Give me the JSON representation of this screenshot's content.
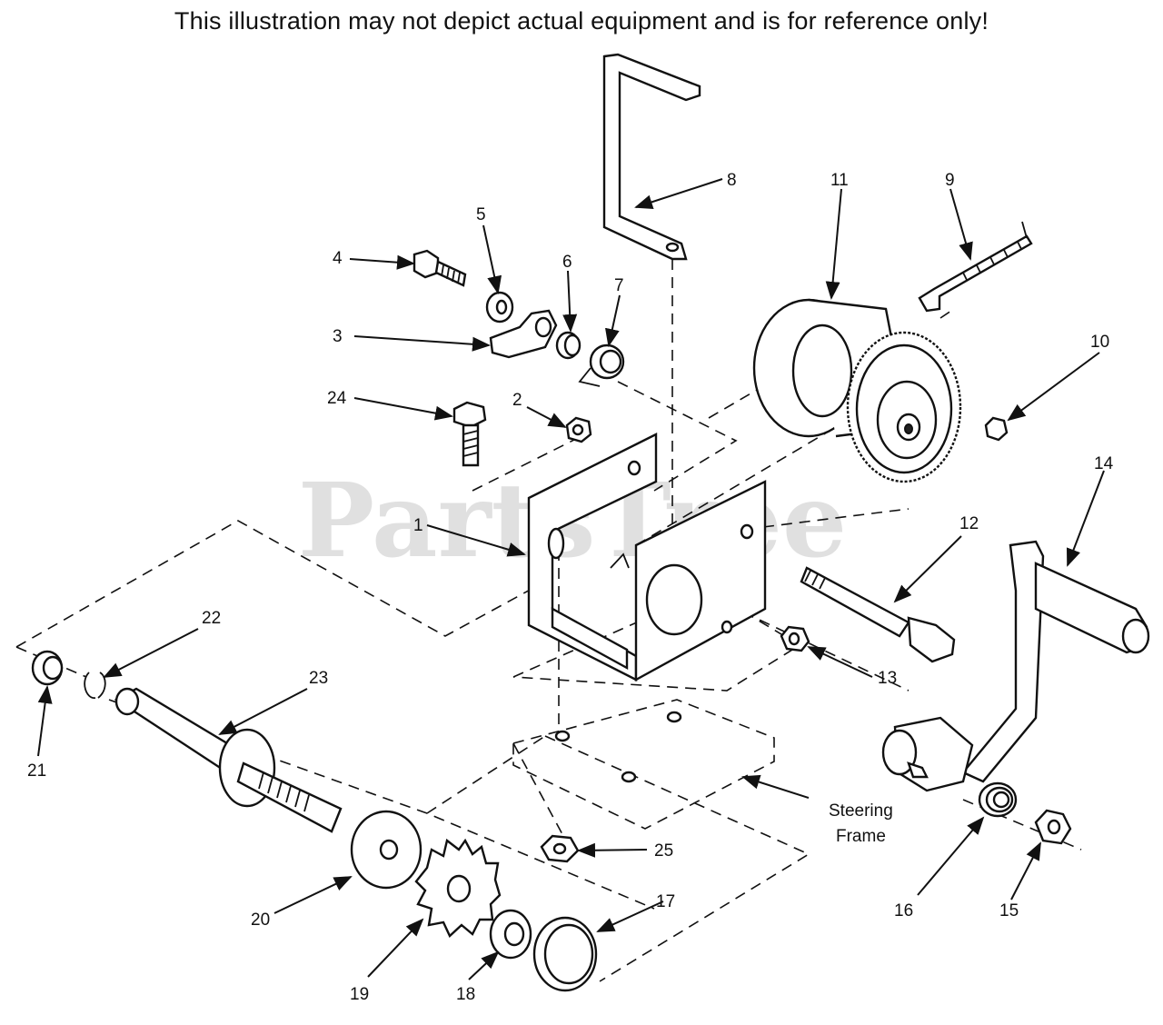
{
  "disclaimer": "This illustration may not depict actual equipment and is for reference only!",
  "watermark": "PartsTree",
  "callouts": [
    {
      "id": "1",
      "text": "1"
    },
    {
      "id": "2",
      "text": "2"
    },
    {
      "id": "3",
      "text": "3"
    },
    {
      "id": "4",
      "text": "4"
    },
    {
      "id": "5",
      "text": "5"
    },
    {
      "id": "6",
      "text": "6"
    },
    {
      "id": "7",
      "text": "7"
    },
    {
      "id": "8",
      "text": "8"
    },
    {
      "id": "9",
      "text": "9"
    },
    {
      "id": "10",
      "text": "10"
    },
    {
      "id": "11",
      "text": "11"
    },
    {
      "id": "12",
      "text": "12"
    },
    {
      "id": "13",
      "text": "13"
    },
    {
      "id": "14",
      "text": "14"
    },
    {
      "id": "15",
      "text": "15"
    },
    {
      "id": "16",
      "text": "16"
    },
    {
      "id": "17",
      "text": "17"
    },
    {
      "id": "18",
      "text": "18"
    },
    {
      "id": "19",
      "text": "19"
    },
    {
      "id": "20",
      "text": "20"
    },
    {
      "id": "21",
      "text": "21"
    },
    {
      "id": "22",
      "text": "22"
    },
    {
      "id": "23",
      "text": "23"
    },
    {
      "id": "24",
      "text": "24"
    },
    {
      "id": "25",
      "text": "25"
    }
  ],
  "steering_frame_label": [
    "Steering",
    "Frame"
  ]
}
